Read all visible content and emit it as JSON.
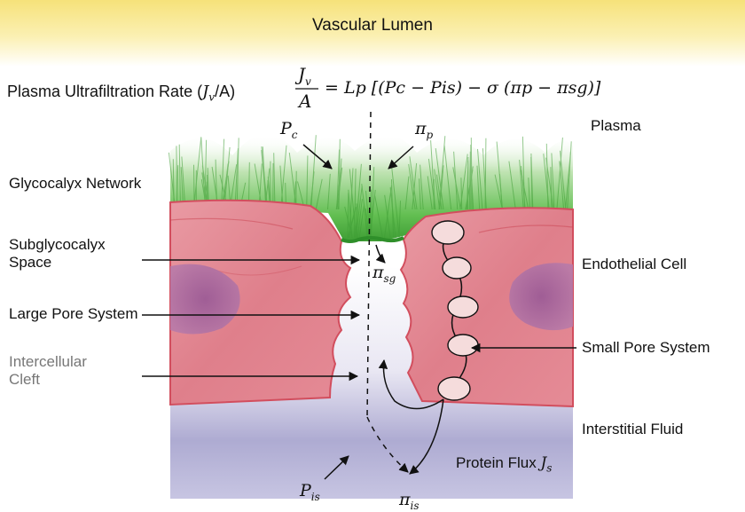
{
  "banner": {
    "title": "Vascular Lumen"
  },
  "equation": {
    "label": "Plasma Ultrafiltration Rate (",
    "label_var": "J",
    "label_var_sub": "v",
    "label_tail": "/A)",
    "numerator_var": "J",
    "numerator_sub": "v",
    "denominator": "A",
    "rhs": "= Lp [(Pc − Pis) − σ (πp − πsg)]"
  },
  "labels": {
    "plasma": "Plasma",
    "glycocalyx": "Glycocalyx Network",
    "subglycocalyx_line1": "Subglycocalyx",
    "subglycocalyx_line2": "Space",
    "endothelial": "Endothelial Cell",
    "large_pore": "Large Pore System",
    "small_pore": "Small Pore System",
    "cleft_line1": "Intercellular",
    "cleft_line2": "Cleft",
    "interstitial": "Interstitial Fluid",
    "protein_flux": "Protein Flux ",
    "protein_flux_var": "J",
    "protein_flux_sub": "s"
  },
  "symbols": {
    "pc": {
      "base": "P",
      "sub": "c"
    },
    "pi_p": {
      "base": "π",
      "sub": "p"
    },
    "pi_sg": {
      "base": "π",
      "sub": "sg"
    },
    "p_is": {
      "base": "P",
      "sub": "is"
    },
    "pi_is": {
      "base": "π",
      "sub": "is"
    }
  },
  "colors": {
    "banner_top": "#f6e27a",
    "cell": "#e3838f",
    "cell_edge": "#d8505f",
    "nucleus": "#8b4f86",
    "glycocalyx": "#57b84a",
    "interstitial": "#a9a6cf",
    "pore": "#f5dcdc"
  }
}
